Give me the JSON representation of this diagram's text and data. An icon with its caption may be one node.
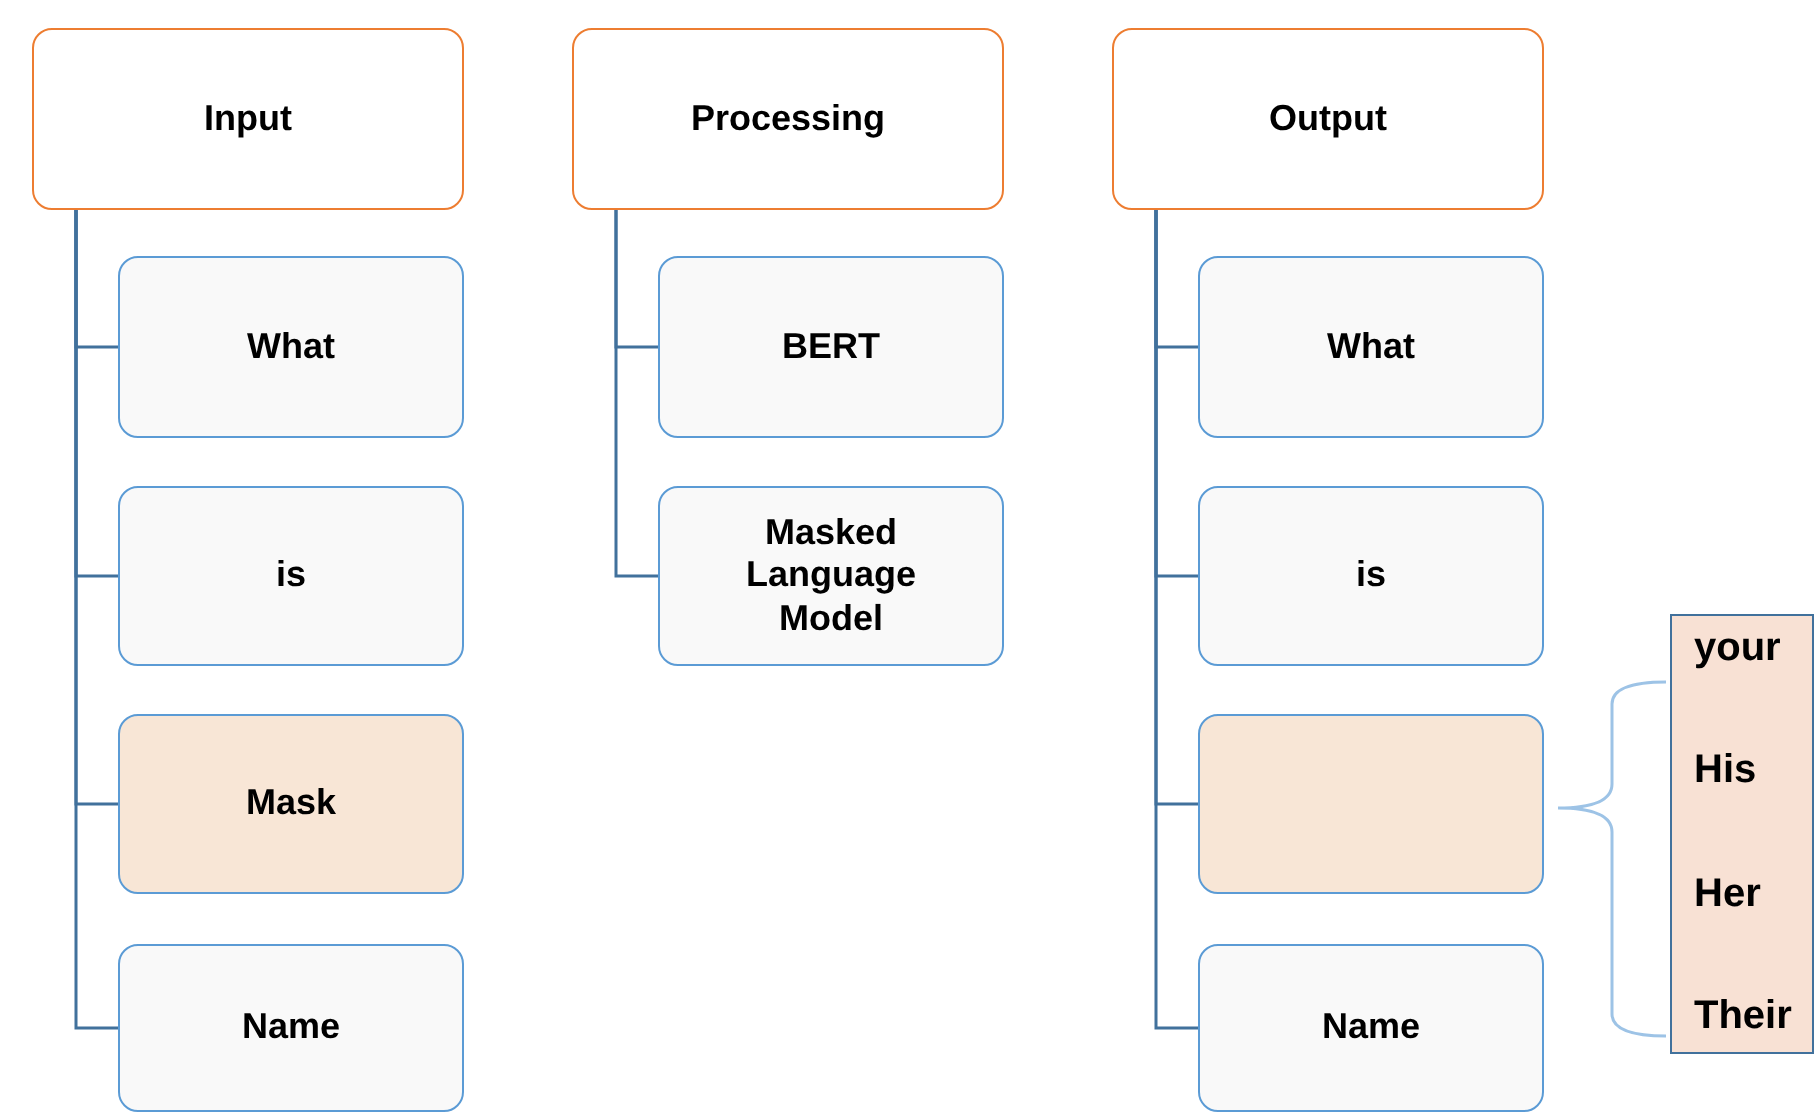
{
  "diagram": {
    "nodes": [
      {
        "text": [
          "Input"
        ]
      },
      {
        "text": [
          "What"
        ]
      },
      {
        "text": [
          "is"
        ]
      },
      {
        "text": [
          "Mask"
        ]
      },
      {
        "text": [
          "Name"
        ]
      },
      {
        "text": [
          "Processing"
        ]
      },
      {
        "text": [
          "BERT"
        ]
      },
      {
        "text": [
          "Masked Language Model"
        ]
      },
      {
        "text": [
          "Output"
        ]
      },
      {
        "text": [
          "What"
        ]
      },
      {
        "text": [
          "is"
        ]
      },
      {
        "text": [],
        "shape": "box"
      },
      {
        "text": [
          "Name"
        ]
      },
      {
        "text": [
          "your",
          "His",
          "Her",
          "Their"
        ]
      }
    ],
    "edges": [
      {
        "from": 0,
        "to": 1,
        "arrow": "none"
      },
      {
        "from": 0,
        "to": 2,
        "arrow": "none"
      },
      {
        "from": 0,
        "to": 3,
        "arrow": "none"
      },
      {
        "from": 0,
        "to": 4,
        "arrow": "none"
      },
      {
        "from": 5,
        "to": 6,
        "arrow": "none"
      },
      {
        "from": 5,
        "to": 7,
        "arrow": "none"
      },
      {
        "from": 8,
        "to": 9,
        "arrow": "none"
      },
      {
        "from": 8,
        "to": 10,
        "arrow": "none"
      },
      {
        "from": 8,
        "to": 11,
        "arrow": "none"
      },
      {
        "from": 8,
        "to": 12,
        "arrow": "none"
      }
    ]
  }
}
